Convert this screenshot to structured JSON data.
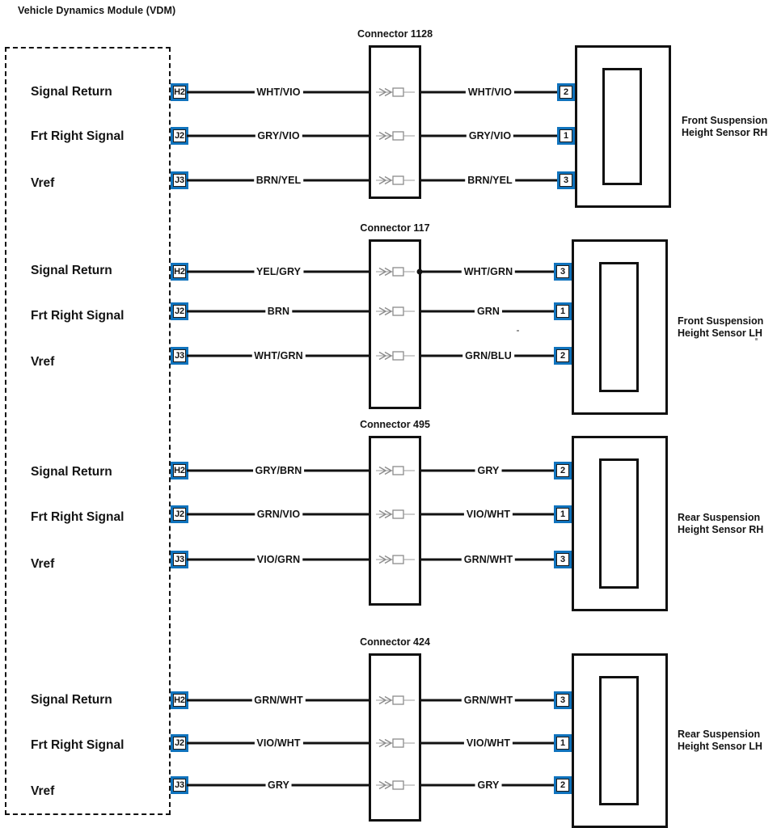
{
  "module": {
    "title": "Vehicle\nDynamics\nModule (VDM)",
    "name": "Vehicle Dynamics Module (VDM)"
  },
  "pin_function_labels": {
    "signal_return": "Signal Return",
    "front_right_signal": "Frt Right Signal",
    "vref": "Vref"
  },
  "sections": [
    {
      "connector": "Connector 1128",
      "sensor": "Front Suspension\nHeight Sensor RH",
      "rows": [
        {
          "function": "Signal Return",
          "module_pin": "H2",
          "left_wire": "WHT/VIO",
          "right_wire": "WHT/VIO",
          "sensor_pin": "2"
        },
        {
          "function": "Frt Right Signal",
          "module_pin": "J2",
          "left_wire": "GRY/VIO",
          "right_wire": "GRY/VIO",
          "sensor_pin": "1"
        },
        {
          "function": "Vref",
          "module_pin": "J3",
          "left_wire": "BRN/YEL",
          "right_wire": "BRN/YEL",
          "sensor_pin": "3"
        }
      ]
    },
    {
      "connector": "Connector 117",
      "sensor": "Front Suspension\nHeight Sensor LH",
      "rows": [
        {
          "function": "Signal Return",
          "module_pin": "H2",
          "left_wire": "YEL/GRY",
          "right_wire": "WHT/GRN",
          "sensor_pin": "3"
        },
        {
          "function": "Frt Right Signal",
          "module_pin": "J2",
          "left_wire": "BRN",
          "right_wire": "GRN",
          "sensor_pin": "1"
        },
        {
          "function": "Vref",
          "module_pin": "J3",
          "left_wire": "WHT/GRN",
          "right_wire": "GRN/BLU",
          "sensor_pin": "2"
        }
      ]
    },
    {
      "connector": "Connector 495",
      "sensor": "Rear Suspension\nHeight Sensor RH",
      "rows": [
        {
          "function": "Signal Return",
          "module_pin": "H2",
          "left_wire": "GRY/BRN",
          "right_wire": "GRY",
          "sensor_pin": "2"
        },
        {
          "function": "Frt Right Signal",
          "module_pin": "J2",
          "left_wire": "GRN/VIO",
          "right_wire": "VIO/WHT",
          "sensor_pin": "1"
        },
        {
          "function": "Vref",
          "module_pin": "J3",
          "left_wire": "VIO/GRN",
          "right_wire": "GRN/WHT",
          "sensor_pin": "3"
        }
      ]
    },
    {
      "connector": "Connector 424",
      "sensor": "Rear Suspension\nHeight Sensor LH",
      "rows": [
        {
          "function": "Signal Return",
          "module_pin": "H2",
          "left_wire": "GRN/WHT",
          "right_wire": "GRN/WHT",
          "sensor_pin": "3"
        },
        {
          "function": "Frt Right Signal",
          "module_pin": "J2",
          "left_wire": "VIO/WHT",
          "right_wire": "VIO/WHT",
          "sensor_pin": "1"
        },
        {
          "function": "Vref",
          "module_pin": "J3",
          "left_wire": "GRY",
          "right_wire": "GRY",
          "sensor_pin": "2"
        }
      ]
    }
  ],
  "colors": {
    "pin_blue": "#1073bd",
    "wire_black": "#121212",
    "text": "#141414",
    "terminal_gray": "#8c8c8c"
  }
}
